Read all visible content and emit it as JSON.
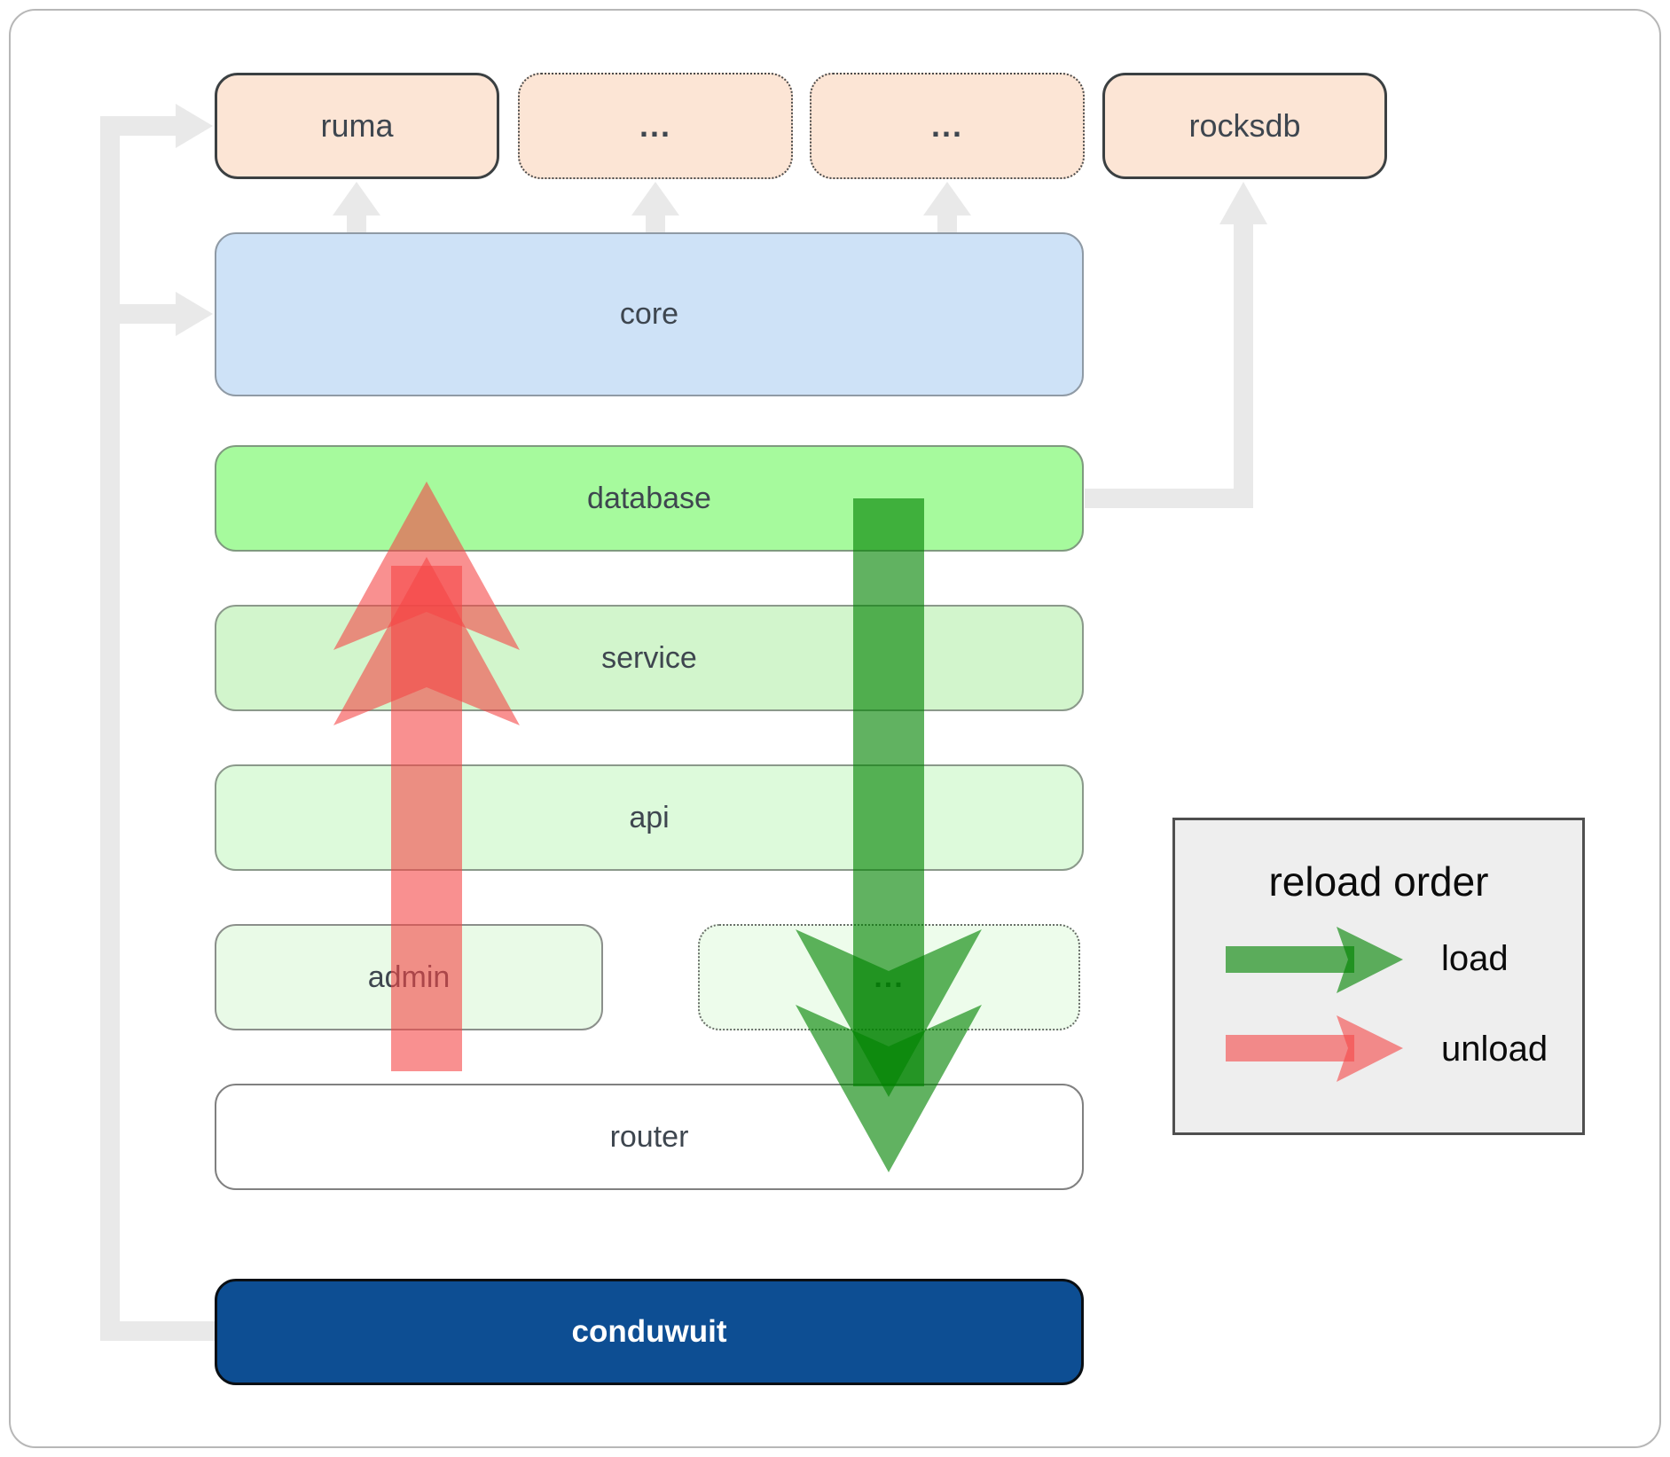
{
  "boxes": {
    "ruma": {
      "label": "ruma"
    },
    "dots_top_1": {
      "label": "..."
    },
    "dots_top_2": {
      "label": "..."
    },
    "rocksdb": {
      "label": "rocksdb"
    },
    "core": {
      "label": "core"
    },
    "database": {
      "label": "database"
    },
    "service": {
      "label": "service"
    },
    "api": {
      "label": "api"
    },
    "admin": {
      "label": "admin"
    },
    "dots_admin": {
      "label": "..."
    },
    "router": {
      "label": "router"
    },
    "conduwuit": {
      "label": "conduwuit"
    }
  },
  "legend": {
    "title": "reload order",
    "items": [
      {
        "label": "load",
        "arrow": "load-arrow-green"
      },
      {
        "label": "unload",
        "arrow": "unload-arrow-red"
      }
    ]
  },
  "colors": {
    "peach": "#fce5d5",
    "box-border-dark": "#3b4042",
    "blue": "#cee2f7",
    "green-bright": "#a6fa9d",
    "green-light": "#d2f5cc",
    "green-lighter": "#ddfadb",
    "green-faint": "#e9fae7",
    "green-fainter": "#edfceb",
    "navy": "#0d4e93",
    "gray-line": "#e9e9e9",
    "legend-bg": "#eeeeee",
    "load-green": "#008200",
    "unload-red": "#f54646",
    "label": "#3e464f"
  }
}
